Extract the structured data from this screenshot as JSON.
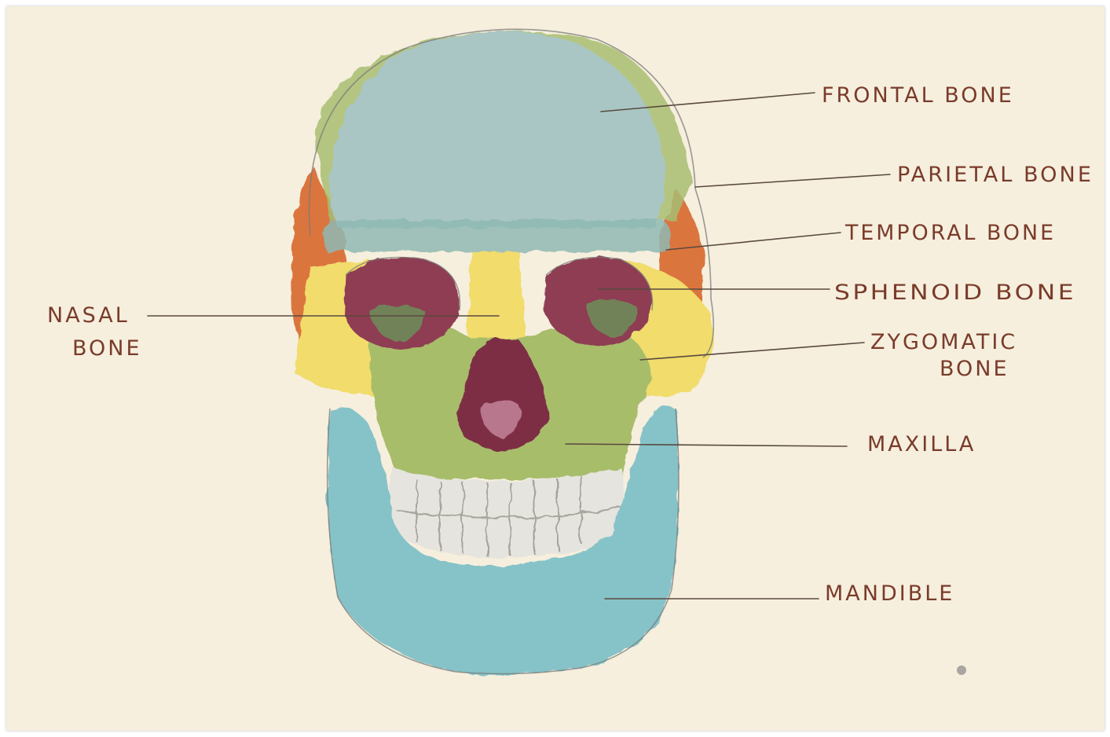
{
  "colors": {
    "paper": "#f6efde",
    "frontal": "#a9c6c4",
    "parietal": "#a8bd72",
    "temporal": "#d8672d",
    "sphenoid": "#8e3c52",
    "zygomatic": "#f1dc6c",
    "maxilla": "#a7bd6a",
    "mandible": "#86c3c8",
    "label_ink": "#7a3b2a",
    "leader_ink": "#5a4a40"
  },
  "labels": {
    "frontal": "FRONTAL BONE",
    "parietal": "PARIETAL BONE",
    "temporal": "TEMPORAL BONE",
    "sphenoid": "SPHENOID BONE",
    "zygomatic_line1": "ZYGOMATIC",
    "zygomatic_line2": "BONE",
    "maxilla": "MAXILLA",
    "mandible": "MANDIBLE",
    "nasal_line1": "NASAL",
    "nasal_line2": "BONE"
  }
}
